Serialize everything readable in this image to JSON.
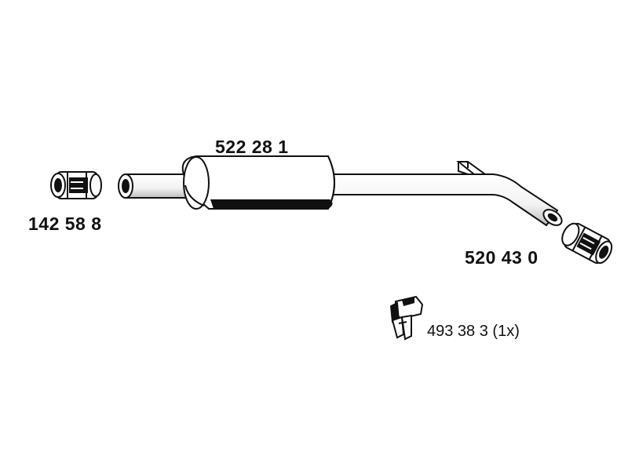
{
  "parts": {
    "clamp_left": {
      "part_number": "142 58 8"
    },
    "middle_silencer": {
      "part_number": "522 28 1"
    },
    "clamp_right": {
      "part_number": "520 43 0"
    },
    "rubber_mount": {
      "part_number": "493 38 3 (1x)"
    }
  },
  "colors": {
    "line": "#111111",
    "fill": "#ffffff"
  }
}
